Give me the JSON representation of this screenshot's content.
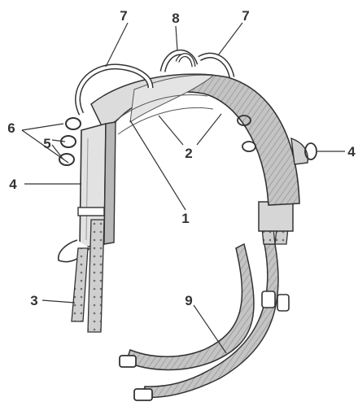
{
  "labels": {
    "l1": "1",
    "l2": "2",
    "l3": "3",
    "l4_left": "4",
    "l4_right": "4",
    "l5": "5",
    "l6": "6",
    "l7_left": "7",
    "l7_right": "7",
    "l8": "8",
    "l9": "9"
  },
  "colors": {
    "ink": "#333333",
    "leather_light": "#d9d9d9",
    "leather_mid": "#b8b8b8",
    "leather_dark": "#8e8e8e",
    "metal": "#ffffff"
  }
}
